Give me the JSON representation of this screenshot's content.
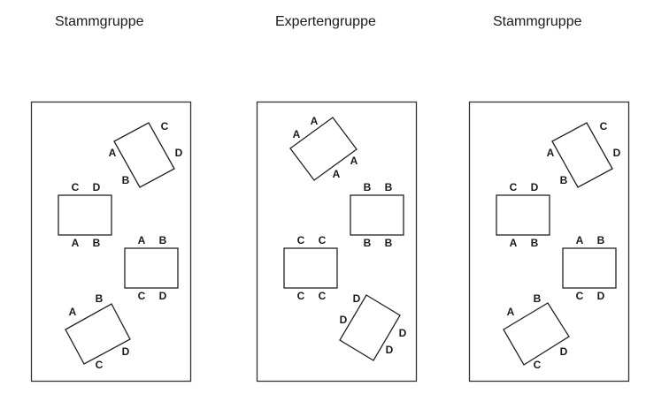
{
  "panels": [
    {
      "title": "Stammgruppe",
      "tables": [
        {
          "seats": [
            "C",
            "D",
            "A",
            "B"
          ]
        },
        {
          "seats": [
            "C",
            "D",
            "A",
            "B"
          ]
        },
        {
          "seats": [
            "A",
            "B",
            "C",
            "D"
          ]
        },
        {
          "seats": [
            "B",
            "A",
            "D",
            "C"
          ]
        }
      ]
    },
    {
      "title": "Expertengruppe",
      "tables": [
        {
          "seats": [
            "A",
            "A",
            "A",
            "A"
          ]
        },
        {
          "seats": [
            "B",
            "B",
            "B",
            "B"
          ]
        },
        {
          "seats": [
            "C",
            "C",
            "C",
            "C"
          ]
        },
        {
          "seats": [
            "D",
            "D",
            "D",
            "D"
          ]
        }
      ]
    },
    {
      "title": "Stammgruppe",
      "tables": [
        {
          "seats": [
            "C",
            "D",
            "A",
            "B"
          ]
        },
        {
          "seats": [
            "C",
            "D",
            "A",
            "B"
          ]
        },
        {
          "seats": [
            "A",
            "B",
            "C",
            "D"
          ]
        },
        {
          "seats": [
            "B",
            "A",
            "D",
            "C"
          ]
        }
      ]
    }
  ]
}
